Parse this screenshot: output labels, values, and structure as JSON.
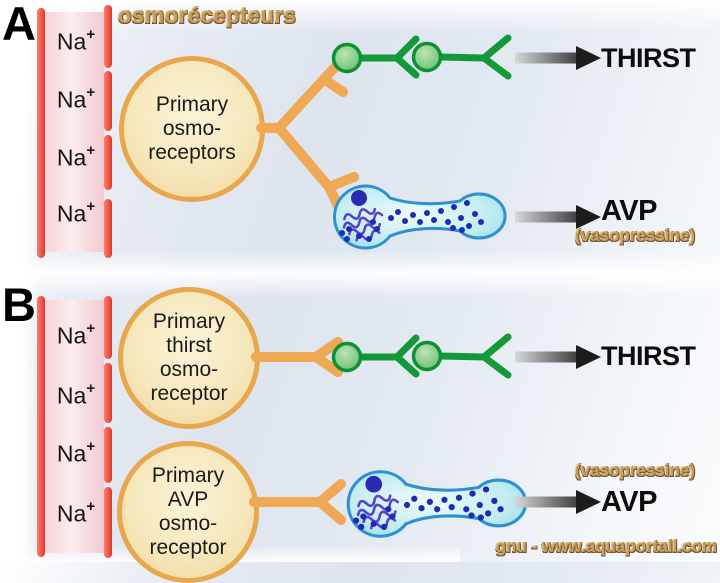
{
  "title": "osmorécepteurs",
  "watermark": "gnu - www.aquaportall.com",
  "colors": {
    "background_blue": "#dde4ee",
    "membrane_red": "#f1574a",
    "membrane_pink": "#f5d3d6",
    "receptor_fill": "#f6e7bc",
    "receptor_border": "#e8a64d",
    "pathway_orange": "#efa853",
    "neuron_green": "#13993a",
    "neuron_green_fill": "#79c57f",
    "neuron_blue_outline": "#2e8fd1",
    "neuron_blue_fill": "#aee4f0",
    "vesicle_blue": "#1b2db6",
    "nucleus_blue": "#2a2ab2",
    "squiggle_purple": "#5742c9",
    "arrow_gray": "#3e3e3e",
    "gold": "#c99c5e",
    "gold_shadow": "#6d5634",
    "ink": "#111111"
  },
  "panel_a": {
    "label": "A",
    "na_ions": [
      {
        "symbol": "Na",
        "charge": "+"
      },
      {
        "symbol": "Na",
        "charge": "+"
      },
      {
        "symbol": "Na",
        "charge": "+"
      },
      {
        "symbol": "Na",
        "charge": "+"
      }
    ],
    "receptor": {
      "lines": [
        "Primary",
        "osmo-",
        "receptors"
      ]
    },
    "outputs": {
      "thirst": "THIRST",
      "avp": "AVP",
      "avp_alt": "(vasopressine)"
    }
  },
  "panel_b": {
    "label": "B",
    "na_ions": [
      {
        "symbol": "Na",
        "charge": "+"
      },
      {
        "symbol": "Na",
        "charge": "+"
      },
      {
        "symbol": "Na",
        "charge": "+"
      },
      {
        "symbol": "Na",
        "charge": "+"
      }
    ],
    "thirst_receptor": {
      "lines": [
        "Primary",
        "thirst",
        "osmo-",
        "receptor"
      ]
    },
    "avp_receptor": {
      "lines": [
        "Primary",
        "AVP",
        "osmo-",
        "receptor"
      ]
    },
    "outputs": {
      "thirst": "THIRST",
      "avp": "AVP",
      "avp_alt": "(vasopressine)"
    }
  }
}
